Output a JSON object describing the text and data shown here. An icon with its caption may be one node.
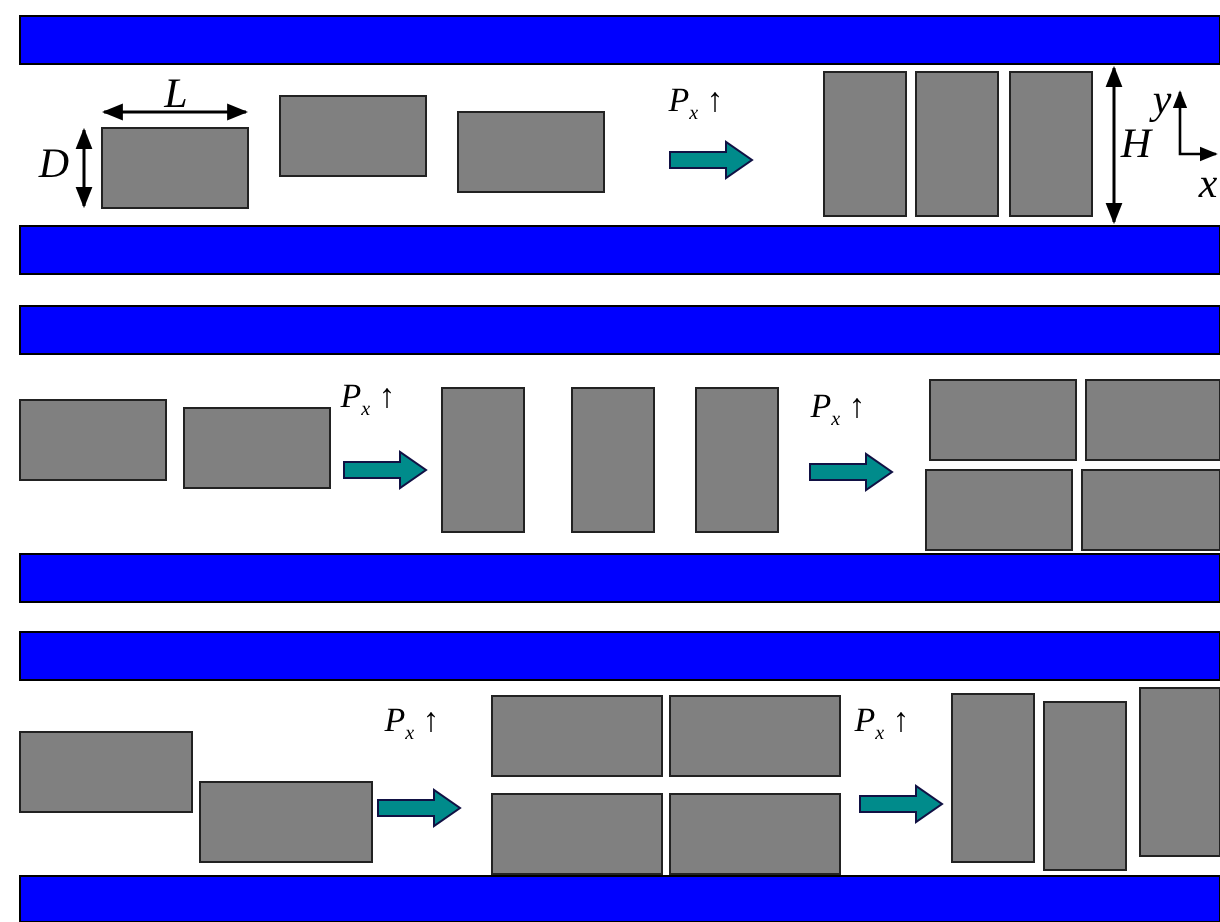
{
  "diagram": {
    "labels": [
      "L",
      "D",
      "*P*$_{x}$ ↑",
      "H",
      "y",
      "x",
      "*P*$_{x}$ ↑",
      "*P*$_{x}$ ↑",
      "*P*$_{x}$ ↑",
      "*P*$_{x}$ ↑"
    ]
  }
}
